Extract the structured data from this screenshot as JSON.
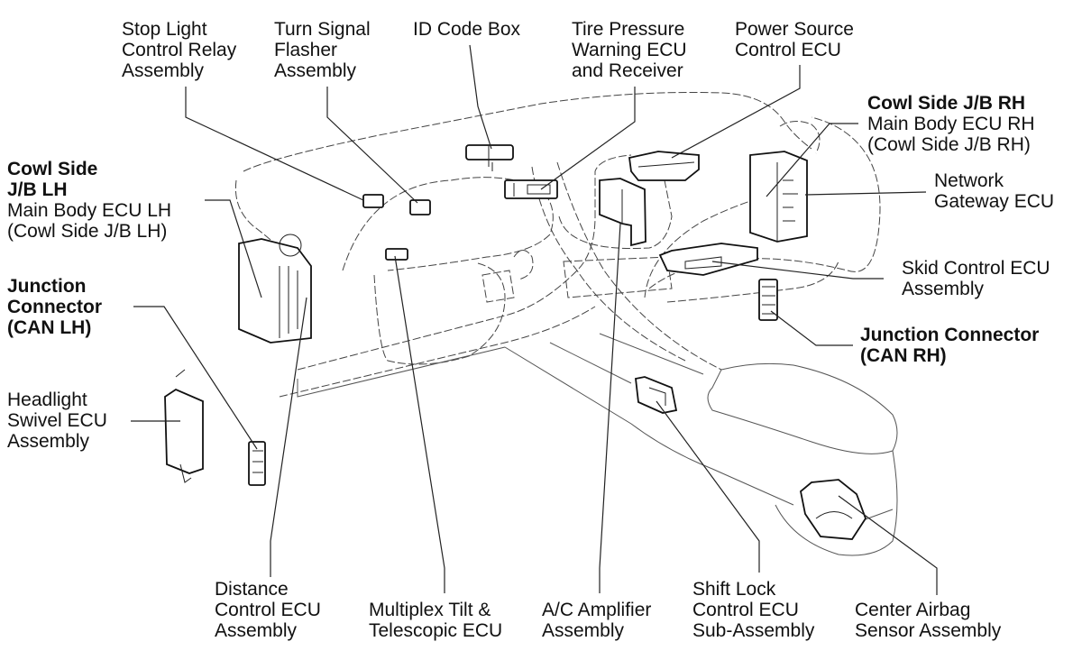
{
  "diagram": {
    "title": "",
    "description": "Vehicle interior location diagram of ECUs and junction boxes",
    "labels": {
      "stop_light": {
        "lines": [
          "Stop Light",
          "Control Relay",
          "Assembly"
        ]
      },
      "turn_signal": {
        "lines": [
          "Turn Signal",
          "Flasher",
          "Assembly"
        ]
      },
      "id_code_box": {
        "lines": [
          "ID Code Box"
        ]
      },
      "tire_pressure": {
        "lines": [
          "Tire Pressure",
          "Warning ECU",
          "and Receiver"
        ]
      },
      "power_source": {
        "lines": [
          "Power Source",
          "Control ECU"
        ]
      },
      "cowl_rh": {
        "bold": [
          "Cowl Side J/B RH"
        ],
        "lines": [
          "Main Body ECU RH",
          "(Cowl Side J/B RH)"
        ]
      },
      "network_gateway": {
        "lines": [
          "Network",
          "Gateway ECU"
        ]
      },
      "skid_control": {
        "lines": [
          "Skid Control ECU",
          "Assembly"
        ]
      },
      "junction_rh": {
        "bold": [
          "Junction Connector",
          "(CAN RH)"
        ]
      },
      "cowl_lh": {
        "bold": [
          "Cowl Side",
          "J/B LH"
        ],
        "lines": [
          "Main Body ECU LH",
          "(Cowl Side J/B LH)"
        ]
      },
      "junction_lh": {
        "bold": [
          "Junction",
          "Connector",
          "(CAN LH)"
        ]
      },
      "headlight_swivel": {
        "lines": [
          "Headlight",
          "Swivel ECU",
          "Assembly"
        ]
      },
      "distance_control": {
        "lines": [
          "Distance",
          "Control ECU",
          "Assembly"
        ]
      },
      "multiplex_tilt": {
        "lines": [
          "Multiplex Tilt &",
          "Telescopic ECU"
        ]
      },
      "ac_amplifier": {
        "lines": [
          "A/C Amplifier",
          "Assembly"
        ]
      },
      "shift_lock": {
        "lines": [
          "Shift Lock",
          "Control ECU",
          "Sub-Assembly"
        ]
      },
      "center_airbag": {
        "lines": [
          "Center Airbag",
          "Sensor Assembly"
        ]
      }
    }
  }
}
